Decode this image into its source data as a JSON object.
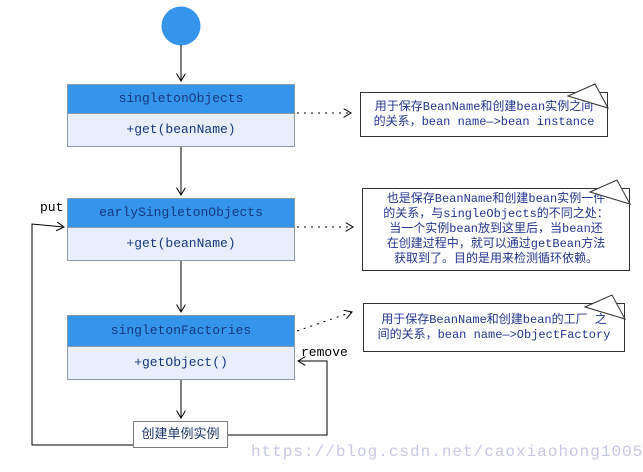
{
  "diagram": {
    "start_node": "start-circle",
    "boxes": [
      {
        "title": "singletonObjects",
        "method": "+get(beanName)"
      },
      {
        "title": "earlySingletonObjects",
        "method": "+get(beanName)"
      },
      {
        "title": "singletonFactories",
        "method": "+getObject()"
      }
    ],
    "action_box": {
      "label": "创建单例实例"
    },
    "edge_labels": {
      "put": "put",
      "remove": "remove"
    },
    "notes": [
      {
        "lines": [
          "用于保存BeanName和创建bean实例之间",
          "的关系，bean name—>bean instance"
        ]
      },
      {
        "lines": [
          "也是保存BeanName和创建bean实例一件",
          "的关系，与singleObjects的不同之处：",
          "当一个实例bean放到这里后，当bean还",
          "在创建过程中，就可以通过getBean方法",
          "获取到了。目的是用来检测循环依赖。"
        ]
      },
      {
        "lines": [
          "用于保存BeanName和创建bean的工厂 之",
          "间的关系，bean name—>ObjectFactory"
        ]
      }
    ]
  },
  "watermark": "https://blog.csdn.net/caoxiaohong1005",
  "colors": {
    "node_blue": "#3595ea",
    "box_body": "#e9eefb",
    "box_border": "#8e9aa6",
    "text_navy": "#17387f",
    "note_text": "#23368f",
    "watermark": "#c6c9e3"
  }
}
